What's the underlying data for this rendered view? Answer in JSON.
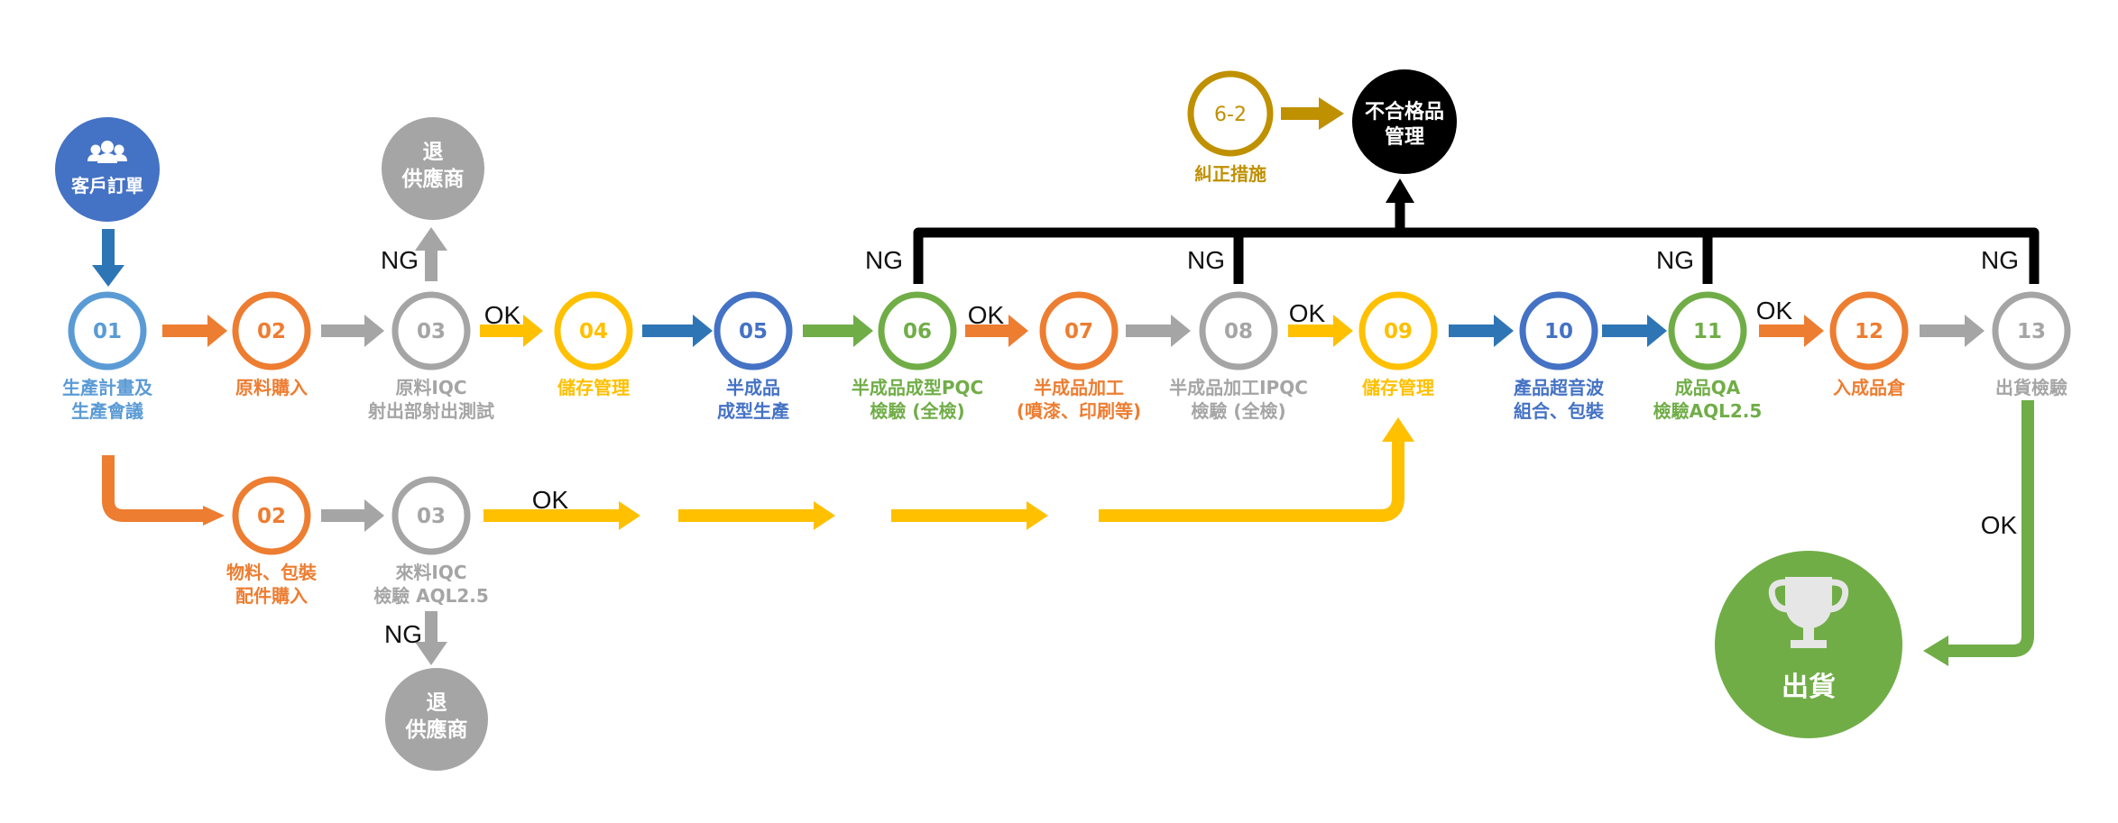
{
  "colors": {
    "blue_light": "#5b9bd5",
    "blue": "#2e75b6",
    "blue_dark": "#4472c4",
    "orange": "#ed7d31",
    "gray": "#a5a5a5",
    "yellow": "#ffc000",
    "green": "#70ad47",
    "gold": "#bf9000",
    "black": "#000000",
    "white": "#ffffff"
  },
  "customer": {
    "label": "客戶訂單",
    "icon": "users-icon"
  },
  "steps": {
    "s01": {
      "num": "01",
      "lines": [
        "生產計畫及",
        "生產會議"
      ]
    },
    "s02": {
      "num": "02",
      "lines": [
        "原料購入"
      ]
    },
    "s03": {
      "num": "03",
      "lines": [
        "原料IQC",
        "射出部射出測試"
      ]
    },
    "s04": {
      "num": "04",
      "lines": [
        "儲存管理"
      ]
    },
    "s05": {
      "num": "05",
      "lines": [
        "半成品",
        "成型生產"
      ]
    },
    "s06": {
      "num": "06",
      "lines": [
        "半成品成型PQC",
        "檢驗 (全檢)"
      ]
    },
    "s07": {
      "num": "07",
      "lines": [
        "半成品加工",
        "(噴漆、印刷等)"
      ]
    },
    "s08": {
      "num": "08",
      "lines": [
        "半成品加工IPQC",
        "檢驗 (全檢)"
      ]
    },
    "s09": {
      "num": "09",
      "lines": [
        "儲存管理"
      ]
    },
    "s10": {
      "num": "10",
      "lines": [
        "產品超音波",
        "組合、包裝"
      ]
    },
    "s11": {
      "num": "11",
      "lines": [
        "成品QA",
        "檢驗AQL2.5"
      ]
    },
    "s12": {
      "num": "12",
      "lines": [
        "入成品倉"
      ]
    },
    "s13": {
      "num": "13",
      "lines": [
        "出貨檢驗"
      ]
    },
    "b02": {
      "num": "02",
      "lines": [
        "物料、包裝",
        "配件購入"
      ]
    },
    "b03": {
      "num": "03",
      "lines": [
        "來料IQC",
        "檢驗 AQL2.5"
      ]
    }
  },
  "corrective": {
    "num": "6-2",
    "label": "糾正措施"
  },
  "nonconforming": {
    "lines": [
      "不合格品",
      "管理"
    ]
  },
  "return_top": {
    "lines": [
      "退",
      "供應商"
    ]
  },
  "return_bottom": {
    "lines": [
      "退",
      "供應商"
    ]
  },
  "ship": {
    "label": "出貨",
    "icon": "trophy-icon"
  },
  "flow_labels": {
    "ok": "OK",
    "ng": "NG"
  }
}
